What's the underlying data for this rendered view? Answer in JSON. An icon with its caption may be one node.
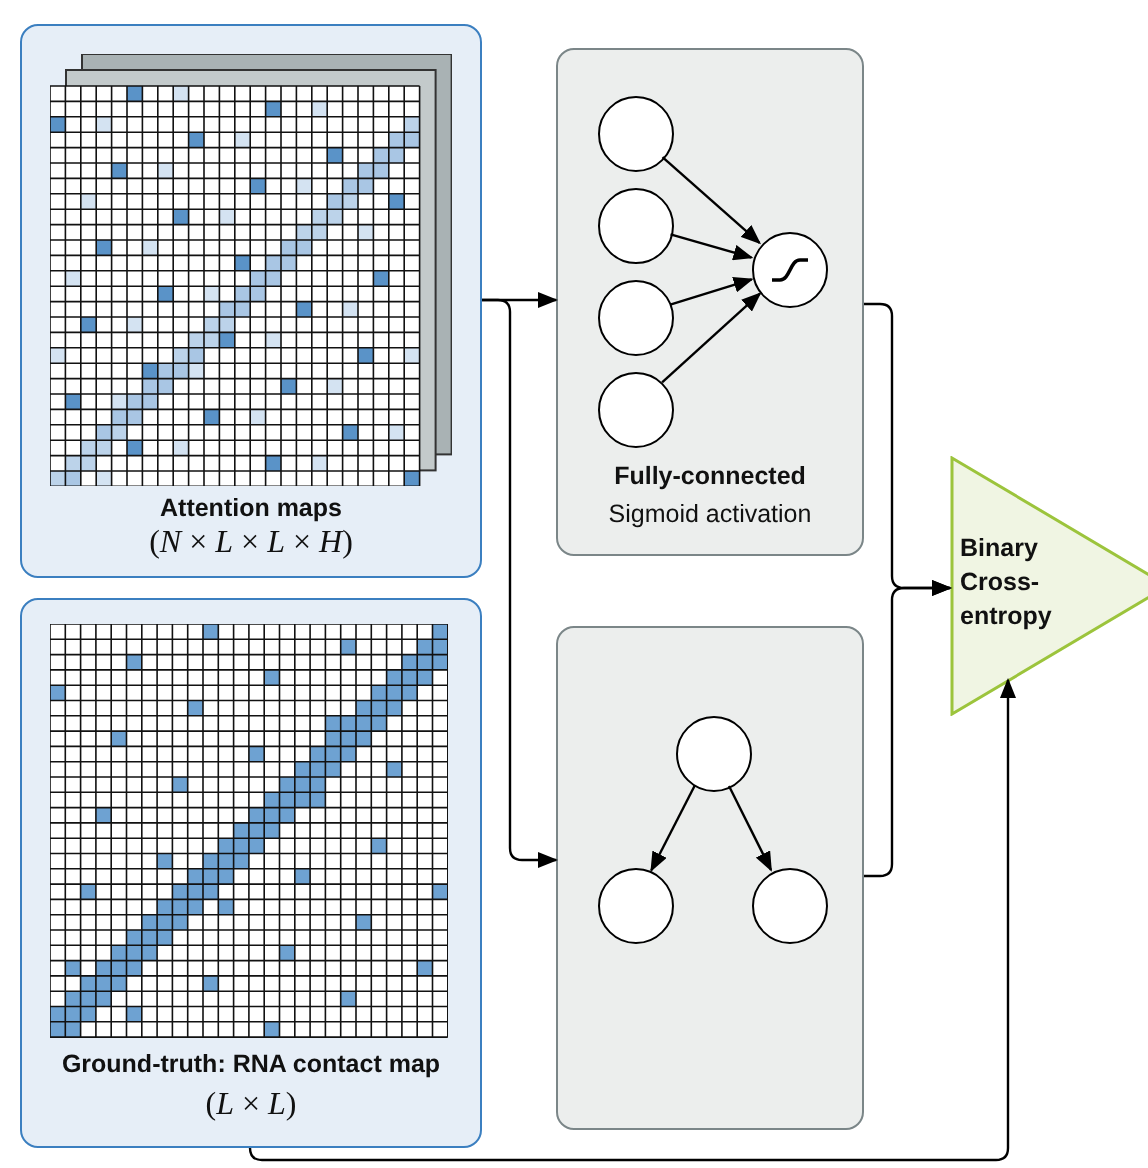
{
  "diagram": {
    "nodes": [
      {
        "text": [
          "Attention maps",
          "(*N* × *L* × *L* × *H*)"
        ]
      },
      {
        "text": [
          "Fully-connected",
          "Sigmoid activation"
        ]
      },
      {
        "text": [],
        "shape": "circle",
        "in": 1
      },
      {
        "text": [],
        "shape": "circle",
        "in": 1
      },
      {
        "text": [],
        "shape": "circle",
        "in": 1
      },
      {
        "text": [],
        "shape": "circle",
        "in": 1
      },
      {
        "text": [],
        "shape": "circle",
        "in": 1
      },
      {
        "text": [
          "Binary Cross-entropy"
        ]
      },
      {
        "text": [
          "Ground-truth: RNA contact map",
          "(*L* × *L*)"
        ]
      },
      {
        "text": [],
        "shape": "box"
      },
      {
        "text": [],
        "shape": "circle",
        "in": 9
      },
      {
        "text": [],
        "shape": "circle",
        "in": 9
      },
      {
        "text": [],
        "shape": "circle",
        "in": 9
      }
    ],
    "edges": [
      {
        "from": 0,
        "to": 1,
        "arrow": "to"
      },
      {
        "from": 0,
        "to": 9,
        "arrow": "to"
      },
      {
        "from": 2,
        "to": 6,
        "arrow": "to"
      },
      {
        "from": 3,
        "to": 6,
        "arrow": "to"
      },
      {
        "from": 4,
        "to": 6,
        "arrow": "to"
      },
      {
        "from": 5,
        "to": 6,
        "arrow": "to"
      },
      {
        "from": 10,
        "to": 11,
        "arrow": "to"
      },
      {
        "from": 10,
        "to": 12,
        "arrow": "to"
      },
      {
        "from": 1,
        "to": 7,
        "arrow": "to"
      },
      {
        "from": 9,
        "to": 7,
        "arrow": "to"
      },
      {
        "from": 8,
        "to": 7,
        "arrow": "to"
      }
    ]
  }
}
